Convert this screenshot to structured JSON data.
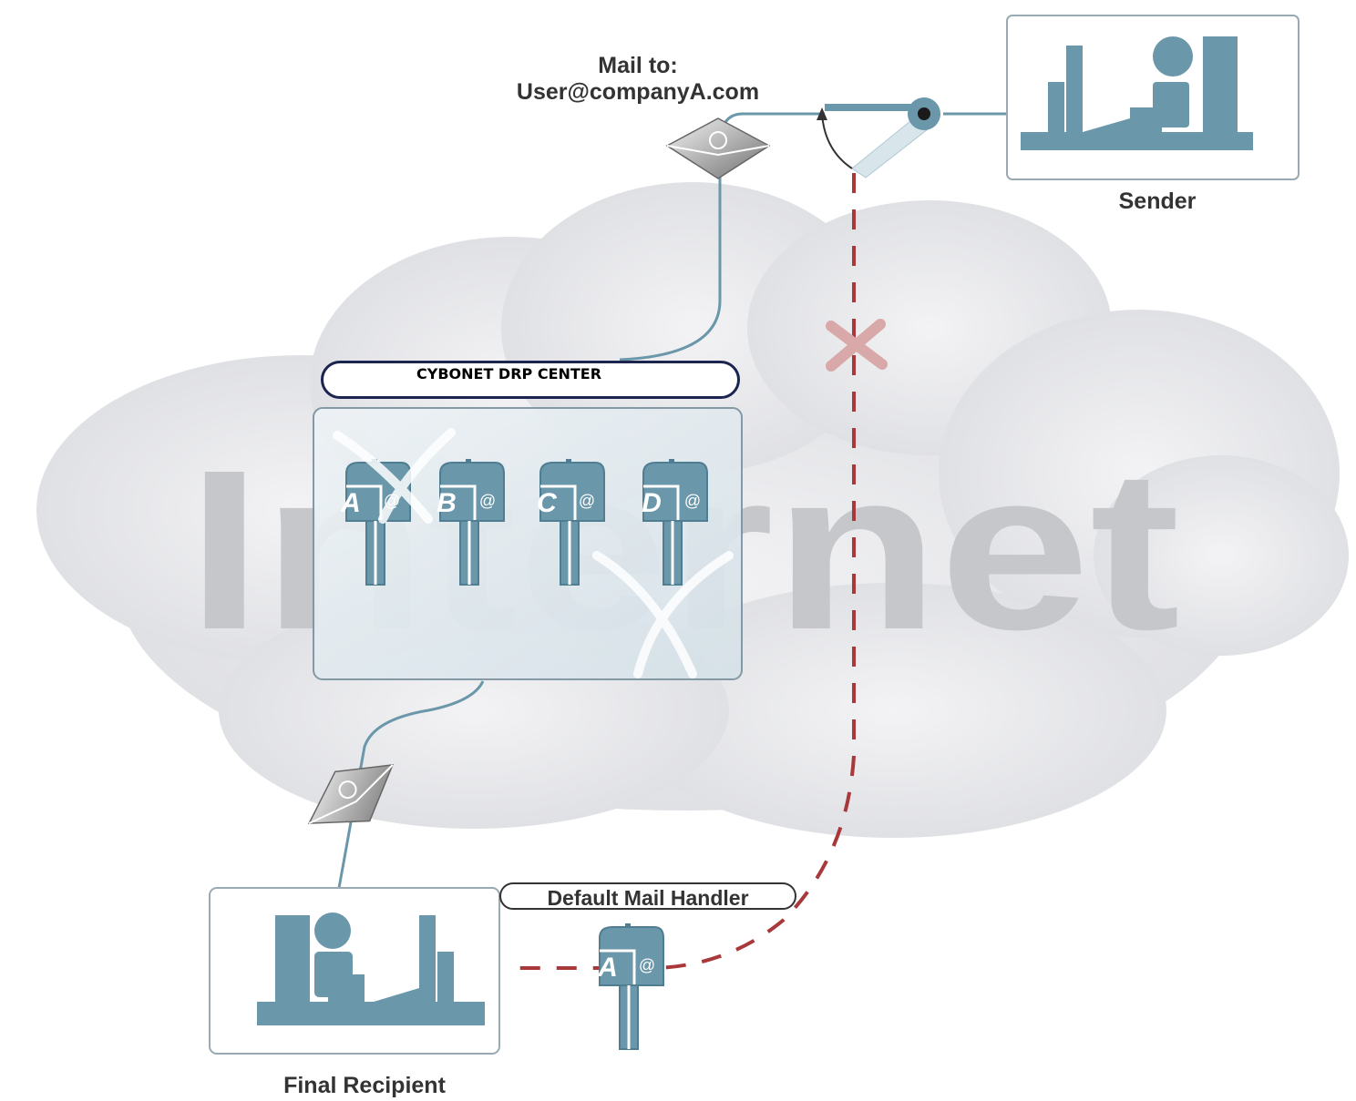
{
  "mail_to": {
    "line1": "Mail to:",
    "line2": "User@companyA.com"
  },
  "sender_label": "Sender",
  "recipient_label": "Final Recipient",
  "drp_center_label": "CYBONET DRP CENTER",
  "cloud_text": "Internet",
  "default_handler_label": "Default Mail Handler",
  "mailboxes": [
    "A",
    "B",
    "C",
    "D"
  ],
  "handler_mailbox": "A",
  "envelope_symbol": "@",
  "colors": {
    "icon_blue": "#6a97aa",
    "icon_dark": "#4f7d92",
    "cloud": "#e6e7ea",
    "failed_path": "#a8383a",
    "drp_border": "#1b2550"
  },
  "icons": [
    "computer-user-icon",
    "mailbox-icon",
    "envelope-icon",
    "x-mark-icon",
    "switch-icon"
  ]
}
